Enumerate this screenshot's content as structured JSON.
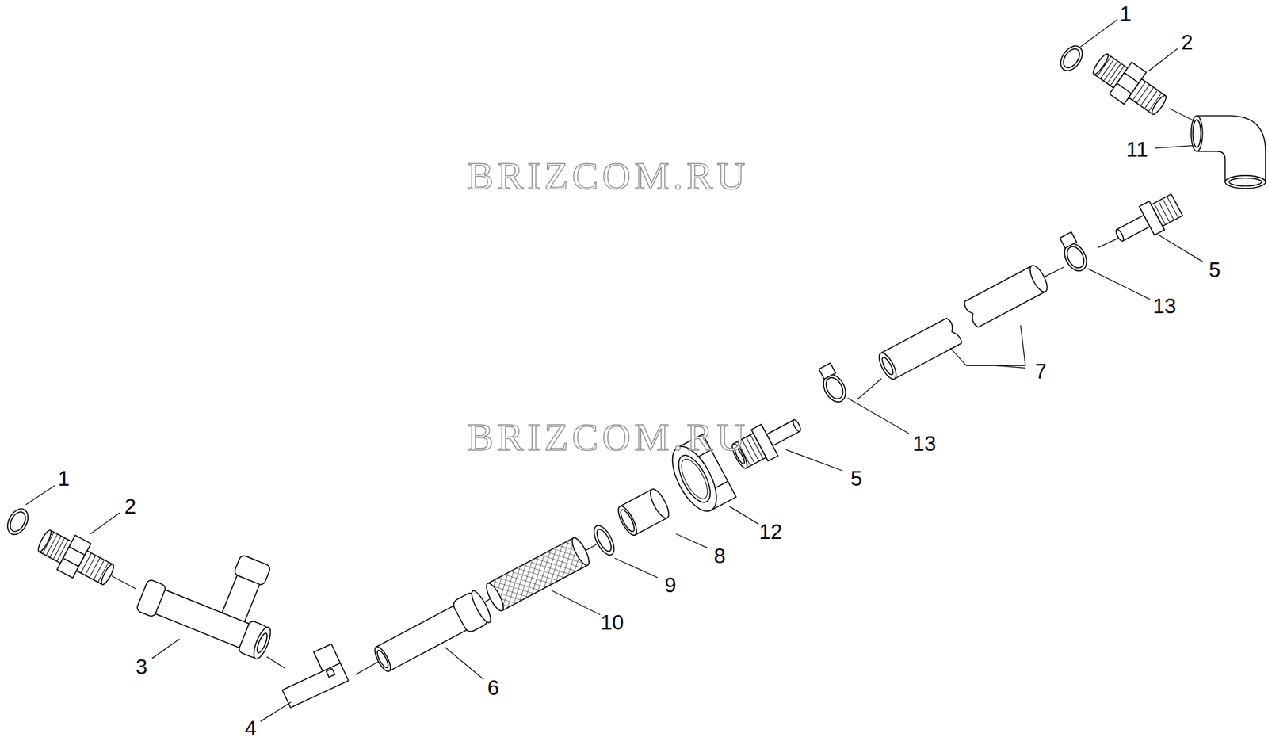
{
  "diagram": {
    "labels": [
      "1",
      "2",
      "11",
      "5",
      "13",
      "7",
      "13",
      "5",
      "12",
      "8",
      "9",
      "10",
      "6",
      "3",
      "4",
      "1",
      "2",
      "BRIZCOM.RU",
      "BRIZCOM.RU"
    ]
  }
}
